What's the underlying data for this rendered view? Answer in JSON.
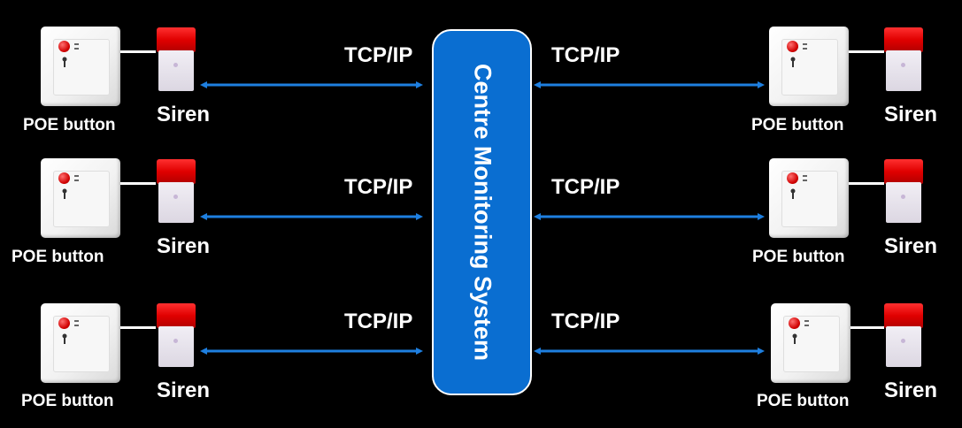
{
  "centre": {
    "label": "Centre Monitoring System",
    "color": "#0a6ed1"
  },
  "link": {
    "label": "TCP/IP",
    "arrow_color": "#1e7fe0"
  },
  "left_units": [
    {
      "button_label": "POE button",
      "siren_label": "Siren"
    },
    {
      "button_label": "POE button",
      "siren_label": "Siren"
    },
    {
      "button_label": "POE button",
      "siren_label": "Siren"
    }
  ],
  "right_units": [
    {
      "button_label": "POE button",
      "siren_label": "Siren"
    },
    {
      "button_label": "POE button",
      "siren_label": "Siren"
    },
    {
      "button_label": "POE button",
      "siren_label": "Siren"
    }
  ],
  "icons": {
    "button": "poe-button-icon",
    "siren": "siren-icon"
  }
}
